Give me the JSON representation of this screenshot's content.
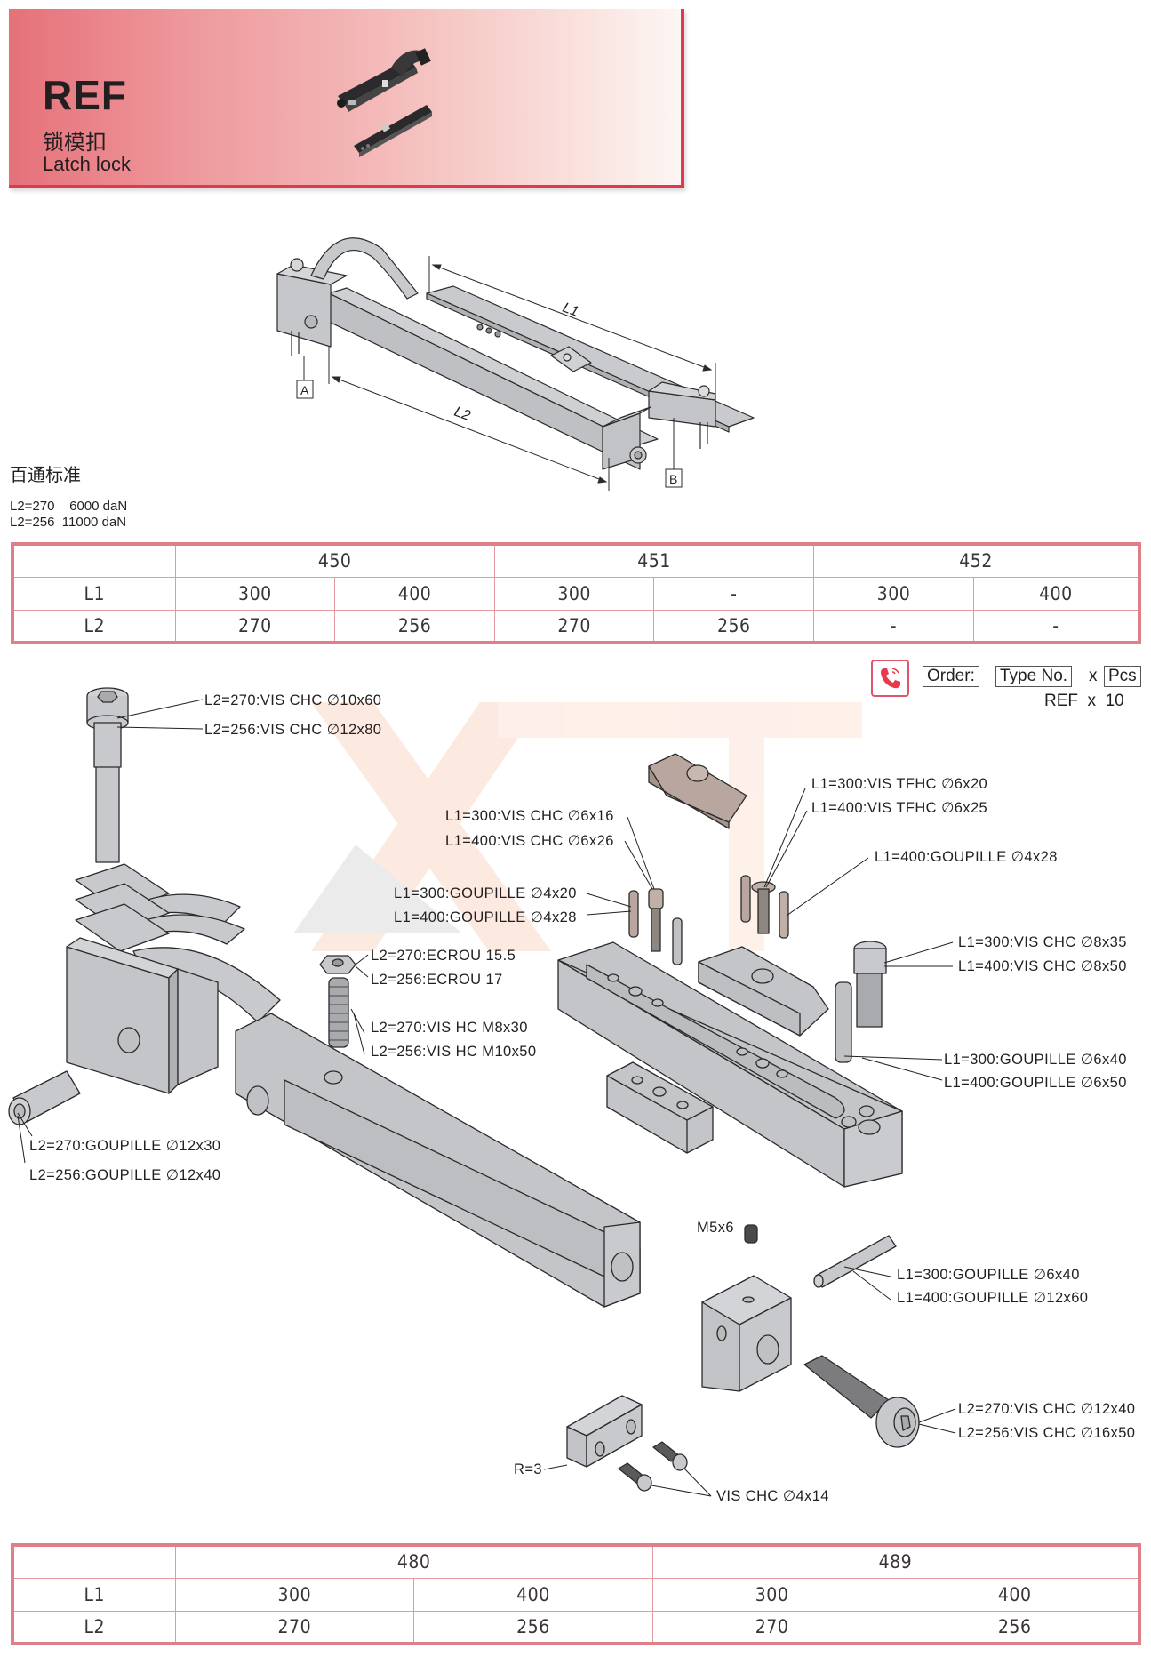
{
  "header": {
    "code": "REF",
    "title_cn": "锁模扣",
    "title_en": "Latch lock",
    "accent_color": "#e0394f"
  },
  "assembly": {
    "dimension_labels": {
      "l1": "L1",
      "l2": "L2"
    },
    "point_labels": {
      "a": "A",
      "b": "B"
    }
  },
  "standard": {
    "title": "百通标准",
    "forces": [
      {
        "text": "L2=270    6000 daN"
      },
      {
        "text": "L2=256  11000 daN"
      }
    ]
  },
  "table1": {
    "groups": [
      "450",
      "451",
      "452"
    ],
    "rows": [
      {
        "label": "L1",
        "values": [
          "300",
          "400",
          "300",
          "-",
          "300",
          "400"
        ]
      },
      {
        "label": "L2",
        "values": [
          "270",
          "256",
          "270",
          "256",
          "-",
          "-"
        ]
      }
    ]
  },
  "order": {
    "icon": "phone-icon",
    "order_label": "Order:",
    "type_label": "Type No.",
    "times": "x",
    "pcs_label": "Pcs",
    "example": "REF  x  10"
  },
  "callouts": [
    {
      "id": "c1",
      "text": "L2=270:VIS CHC  ∅10x60"
    },
    {
      "id": "c2",
      "text": "L2=256:VIS CHC  ∅12x80"
    },
    {
      "id": "c3",
      "text": "L1=300:VIS CHC  ∅6x16"
    },
    {
      "id": "c4",
      "text": "L1=400:VIS CHC  ∅6x26"
    },
    {
      "id": "c5",
      "text": "L1=300:VIS TFHC ∅6x20"
    },
    {
      "id": "c6",
      "text": "L1=400:VIS TFHC  ∅6x25"
    },
    {
      "id": "c7",
      "text": "L1=400:GOUPILLE  ∅4x28"
    },
    {
      "id": "c8",
      "text": "L1=300:GOUPILLE  ∅4x20"
    },
    {
      "id": "c9",
      "text": "L1=400:GOUPILLE  ∅4x28"
    },
    {
      "id": "c10",
      "text": "L1=300:VIS CHC  ∅8x35"
    },
    {
      "id": "c11",
      "text": "L1=400:VIS CHC  ∅8x50"
    },
    {
      "id": "c12",
      "text": "L2=270:ECROU 15.5"
    },
    {
      "id": "c13",
      "text": "L2=256:ECROU 17"
    },
    {
      "id": "c14",
      "text": "L2=270:VIS HC  M8x30"
    },
    {
      "id": "c15",
      "text": "L2=256:VIS HC  M10x50"
    },
    {
      "id": "c16",
      "text": "L1=300:GOUPILLE  ∅6x40"
    },
    {
      "id": "c17",
      "text": "L1=400:GOUPILLE  ∅6x50"
    },
    {
      "id": "c18",
      "text": "L2=270:GOUPILLE  ∅12x30"
    },
    {
      "id": "c19",
      "text": "L2=256:GOUPILLE  ∅12x40"
    },
    {
      "id": "c20",
      "text": "M5x6"
    },
    {
      "id": "c21",
      "text": "L1=300:GOUPILLE  ∅6x40"
    },
    {
      "id": "c22",
      "text": "L1=400:GOUPILLE  ∅12x60"
    },
    {
      "id": "c23",
      "text": "L2=270:VIS CHC  ∅12x40"
    },
    {
      "id": "c24",
      "text": "L2=256:VIS CHC  ∅16x50"
    },
    {
      "id": "c25",
      "text": "R=3"
    },
    {
      "id": "c26",
      "text": "VIS CHC  ∅4x14"
    }
  ],
  "table2": {
    "groups": [
      "480",
      "489"
    ],
    "rows": [
      {
        "label": "L1",
        "values": [
          "300",
          "400",
          "300",
          "400"
        ]
      },
      {
        "label": "L2",
        "values": [
          "270",
          "256",
          "270",
          "256"
        ]
      }
    ]
  }
}
